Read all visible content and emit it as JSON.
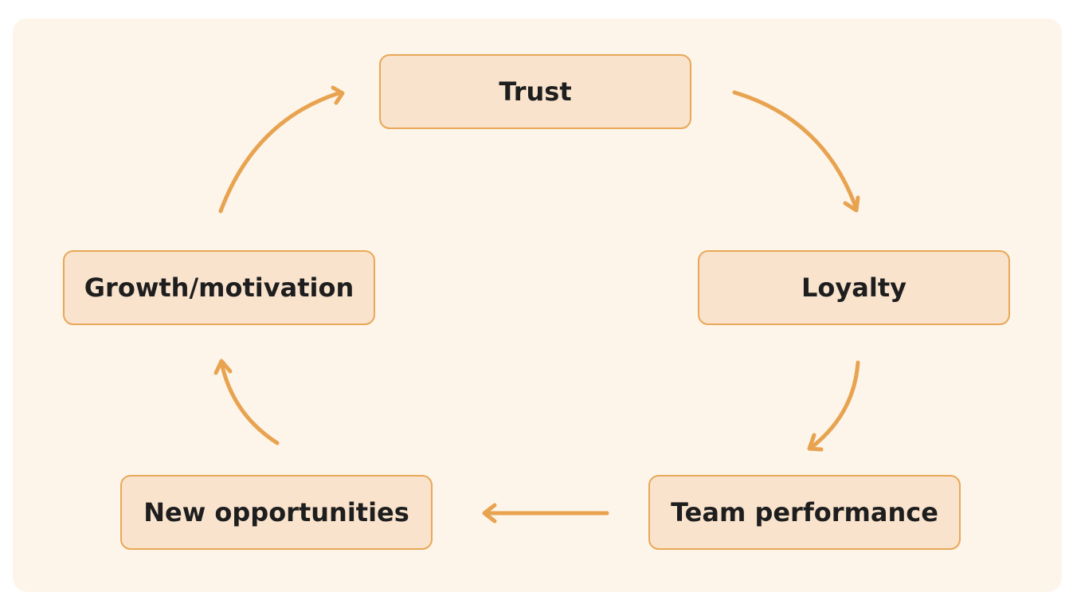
{
  "diagram": {
    "nodes": [
      {
        "id": "trust",
        "label": "Trust"
      },
      {
        "id": "loyalty",
        "label": "Loyalty"
      },
      {
        "id": "team-performance",
        "label": "Team performance"
      },
      {
        "id": "new-opportunities",
        "label": "New opportunities"
      },
      {
        "id": "growth-motivation",
        "label": "Growth/motivation"
      }
    ],
    "edges": [
      {
        "from": "trust",
        "to": "loyalty"
      },
      {
        "from": "loyalty",
        "to": "team-performance"
      },
      {
        "from": "team-performance",
        "to": "new-opportunities"
      },
      {
        "from": "new-opportunities",
        "to": "growth-motivation"
      },
      {
        "from": "growth-motivation",
        "to": "trust"
      }
    ]
  },
  "colors": {
    "background": "#fdf5ea",
    "node_fill": "#f9e3cd",
    "node_border": "#e8a857",
    "arrow": "#e8a350",
    "text": "#1e1e1e"
  }
}
